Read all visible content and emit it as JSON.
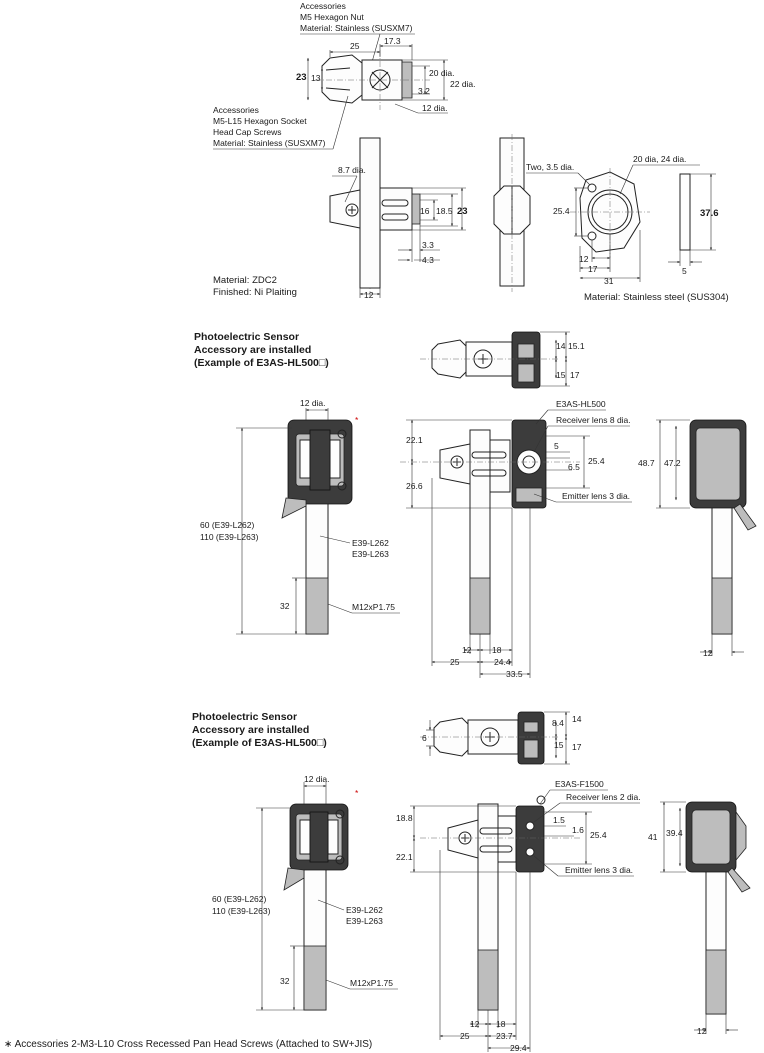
{
  "top_view": {
    "nut_label": [
      "Accessories",
      "M5 Hexagon Nut",
      "Material: Stainless (SUSXM7)"
    ],
    "screw_label": [
      "Accessories",
      "M5-L15 Hexagon Socket",
      "Head Cap Screws",
      "Material: Stainless (SUSXM7)"
    ],
    "dims": {
      "d25": "25",
      "d17_3": "17.3",
      "d23": "23",
      "d13": "13",
      "d20dia": "20 dia.",
      "d22dia": "22 dia.",
      "d3_2": "3.2",
      "d12dia": "12 dia."
    }
  },
  "mount_view": {
    "dims": {
      "d8_7dia": "8.7 dia.",
      "d16": "16",
      "d18_5": "18.5",
      "d23": "23",
      "d3_3": "3.3",
      "d4_3": "4.3",
      "d12": "12"
    },
    "material": "Material: ZDC2",
    "finish": "Finished: Ni Plaiting"
  },
  "plate_view": {
    "dims": {
      "two_3_5dia": "Two, 3.5 dia.",
      "d20_24dia": "20 dia, 24 dia.",
      "d25_4": "25.4",
      "d37_6": "37.6",
      "d12": "12",
      "d17": "17",
      "d31": "31",
      "d5": "5"
    },
    "material": "Material: Stainless steel (SUS304)"
  },
  "section1": {
    "heading": [
      "Photoelectric Sensor",
      "Accessory are installed",
      "(Example of E3AS-HL500□)"
    ],
    "dims": {
      "d14": "14",
      "d15_1": "15.1",
      "d15": "15",
      "d17": "17",
      "d12dia": "12 dia.",
      "d60": "60 (E39-L262)",
      "d110": "110 (E39-L263)",
      "d32": "32",
      "d22_1": "22.1",
      "d26_6": "26.6",
      "d5": "5",
      "d6_5": "6.5",
      "d25_4": "25.4",
      "d12": "12",
      "d18": "18",
      "d25": "25",
      "d24_4": "24.4",
      "d33_5": "33.5",
      "d48_7": "48.7",
      "d47_2": "47.2",
      "d12b": "12"
    },
    "labels": {
      "model": "E3AS-HL500",
      "receiver": "Receiver lens 8 dia.",
      "emitter": "Emitter lens 3 dia.",
      "rod1": "E39-L262",
      "rod2": "E39-L263",
      "thread": "M12xP1.75"
    }
  },
  "section2": {
    "heading": [
      "Photoelectric Sensor",
      "Accessory are installed",
      "(Example of E3AS-HL500□)"
    ],
    "dims": {
      "d6": "6",
      "d8_4": "8.4",
      "d14": "14",
      "d15": "15",
      "d17": "17",
      "d12dia": "12 dia.",
      "d60": "60 (E39-L262)",
      "d110": "110 (E39-L263)",
      "d32": "32",
      "d18_8": "18.8",
      "d22_1": "22.1",
      "d1_5": "1.5",
      "d1_6": "1.6",
      "d25_4": "25.4",
      "d12": "12",
      "d18": "18",
      "d25": "25",
      "d23_7": "23.7",
      "d29_4": "29.4",
      "d41": "41",
      "d39_4": "39.4",
      "d12b": "12"
    },
    "labels": {
      "model": "E3AS-F1500",
      "receiver": "Receiver lens 2 dia.",
      "emitter": "Emitter lens 3 dia.",
      "rod1": "E39-L262",
      "rod2": "E39-L263",
      "thread": "M12xP1.75"
    }
  },
  "footnote": "∗ Accessories 2-M3-L10 Cross Recessed Pan Head Screws (Attached to SW+JIS)",
  "asterisk": "*"
}
